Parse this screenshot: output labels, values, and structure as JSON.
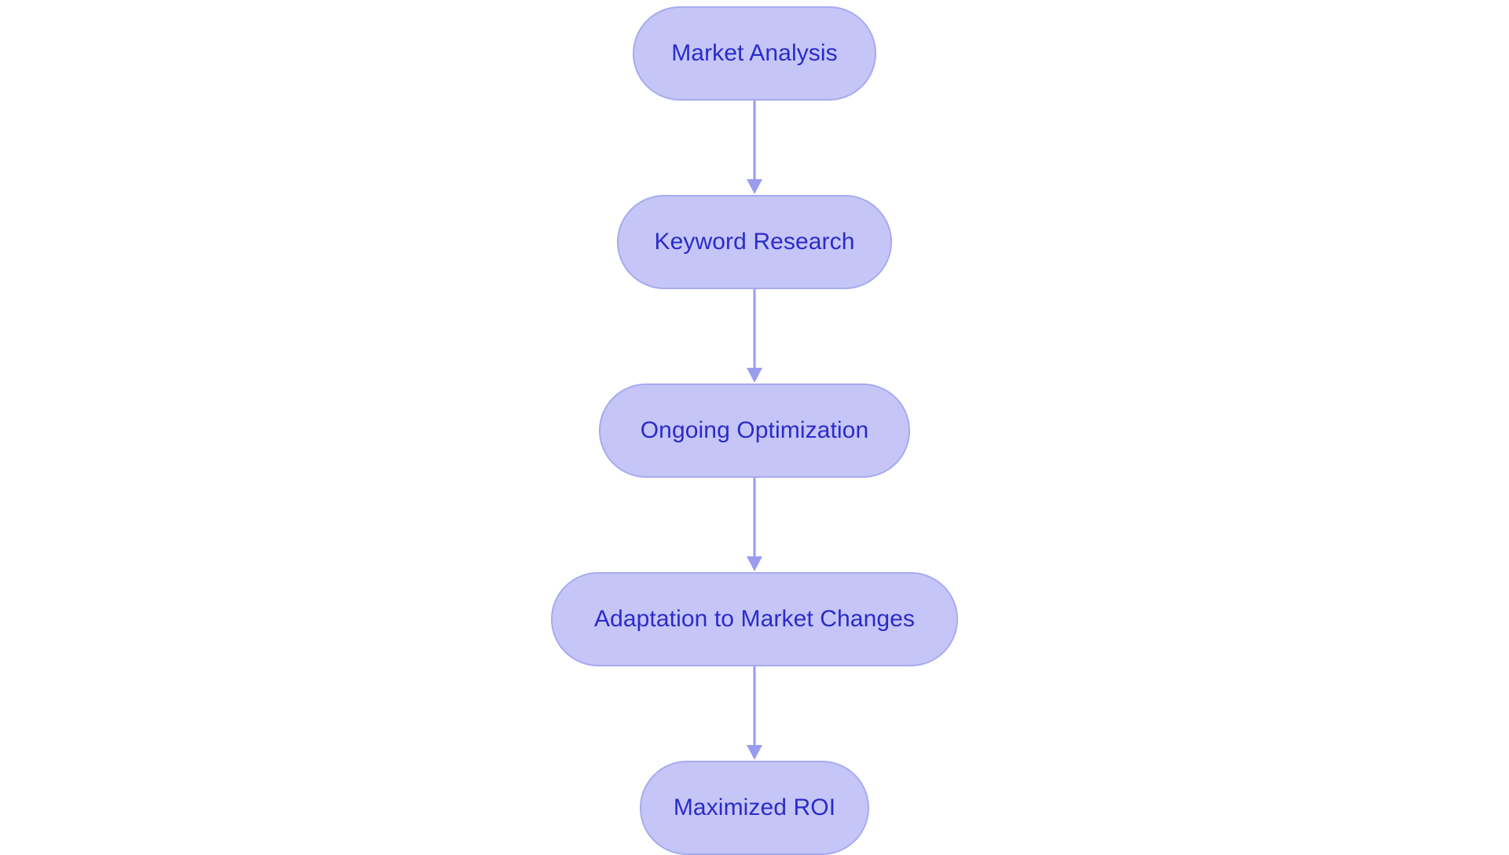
{
  "diagram": {
    "type": "flowchart",
    "orientation": "top-to-bottom",
    "title": "",
    "background_color": "#ffffff",
    "node_fill_color": "#c5c6f7",
    "node_border_color": "#a8aaf0",
    "node_text_color": "#2b2bc9",
    "edge_color": "#9a9cf0",
    "node_shape": "pill",
    "nodes": [
      {
        "id": "market-analysis",
        "label": "Market Analysis"
      },
      {
        "id": "keyword-research",
        "label": "Keyword Research"
      },
      {
        "id": "ongoing-optimization",
        "label": "Ongoing Optimization"
      },
      {
        "id": "adaptation-to-market-changes",
        "label": "Adaptation to Market Changes"
      },
      {
        "id": "maximized-roi",
        "label": "Maximized ROI"
      }
    ],
    "edges": [
      {
        "from": "market-analysis",
        "to": "keyword-research",
        "label": "",
        "arrow": "down-arrow"
      },
      {
        "from": "keyword-research",
        "to": "ongoing-optimization",
        "label": "",
        "arrow": "down-arrow"
      },
      {
        "from": "ongoing-optimization",
        "to": "adaptation-to-market-changes",
        "label": "",
        "arrow": "down-arrow"
      },
      {
        "from": "adaptation-to-market-changes",
        "to": "maximized-roi",
        "label": "",
        "arrow": "down-arrow"
      }
    ]
  }
}
